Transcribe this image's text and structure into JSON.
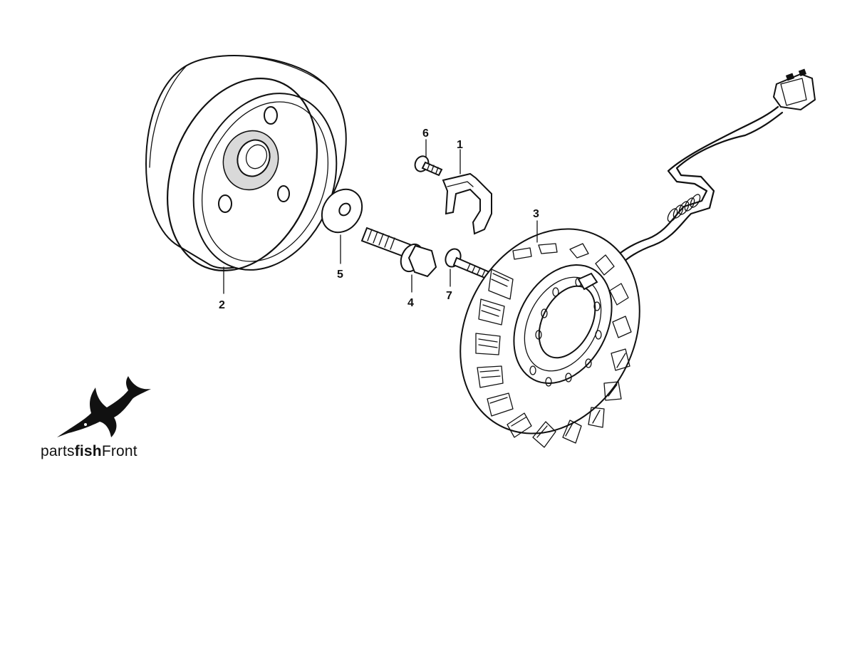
{
  "callouts": [
    {
      "id": "1",
      "label": "1"
    },
    {
      "id": "2",
      "label": "2"
    },
    {
      "id": "3",
      "label": "3"
    },
    {
      "id": "4",
      "label": "4"
    },
    {
      "id": "5",
      "label": "5"
    },
    {
      "id": "6",
      "label": "6"
    },
    {
      "id": "7",
      "label": "7"
    }
  ],
  "logo": {
    "prefix": "parts",
    "bold": "fish",
    "suffix": "Front",
    "icon": "swordfish-icon"
  },
  "colors": {
    "ink": "#111111",
    "background": "#ffffff"
  }
}
